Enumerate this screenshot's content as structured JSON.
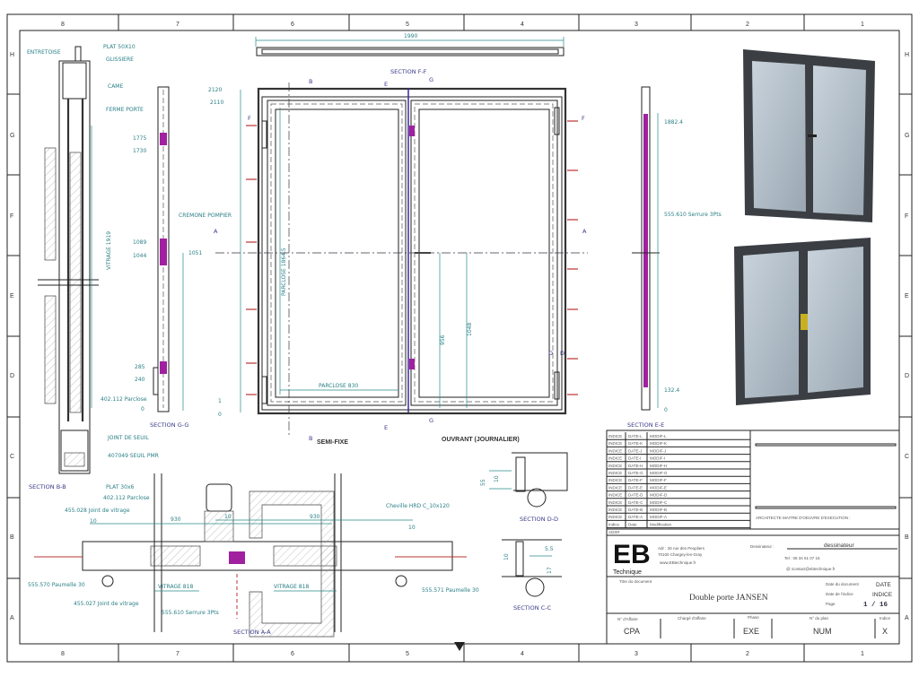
{
  "grid": {
    "columns": [
      "8",
      "7",
      "6",
      "5",
      "4",
      "3",
      "2",
      "1"
    ],
    "rows": [
      "H",
      "G",
      "F",
      "E",
      "D",
      "C",
      "B",
      "A"
    ]
  },
  "section_bb": {
    "title": "SECTION B-B",
    "labels": [
      "ENTRETOISE",
      "PLAT 50X10",
      "GLISSIERE",
      "CAME",
      "FERME PORTE",
      "JOINT DE SEUIL",
      "407049 SEUIL PMR",
      "PLAT 30x6"
    ],
    "vitrage": "VITRAGE 1919",
    "parclose": "402.112 Parclose"
  },
  "section_gg": {
    "title": "SECTION G-G",
    "dims": [
      "1775",
      "1730",
      "1089",
      "1044",
      "285",
      "240",
      "0"
    ],
    "cremone": "CREMONE POMPIER",
    "dim_1051": "1051"
  },
  "elevation": {
    "top_width": "1990",
    "section_ff": "SECTION F-F",
    "dims_left": [
      "2120",
      "2110",
      "1",
      "0"
    ],
    "parclose_v": "PARCLOSE 1864.5",
    "parclose_h": "PARCLOSE 830",
    "dim_956": "956",
    "dim_1048": "1048",
    "markers": [
      "A",
      "B",
      "E",
      "F",
      "G",
      "D"
    ],
    "semi_fixe": "SEMI-FIXE",
    "ouvrant": "OUVRANT (JOURNALIER)"
  },
  "section_ee": {
    "title": "SECTION E-E",
    "dims": [
      "1882.4",
      "132.4",
      "0"
    ],
    "serrure": "555.610 Serrure 3Pts"
  },
  "section_aa": {
    "title": "SECTION A-A",
    "labels": {
      "parclose": "402.112 Parclose",
      "joint1": "455.028 Joint de vitrage",
      "joint2": "455.027 Joint de vitrage",
      "paumelle1": "555.570 Paumelle 30",
      "paumelle2": "555.571 Paumelle 30",
      "serrure": "555.610 Serrure 3Pts",
      "cheville": "Cheville HRD C_10x120"
    },
    "dims": {
      "d10a": "10",
      "d930a": "930",
      "d10b": "10",
      "d930b": "930",
      "d10c": "10",
      "vitrage1": "VITRAGE 818",
      "vitrage2": "VITRAGE 818"
    }
  },
  "section_dd": {
    "title": "SECTION D-D",
    "dims": [
      "55",
      "10"
    ]
  },
  "section_cc": {
    "title": "SECTION C-C",
    "dims": [
      "10",
      "5.5",
      "17"
    ]
  },
  "title_block": {
    "revisions": [
      [
        "INDICE",
        "DATE-L",
        "MODIF-L"
      ],
      [
        "INDICE",
        "DATE-K",
        "MODIF-K"
      ],
      [
        "INDICE",
        "DATE-J",
        "MODIF-J"
      ],
      [
        "INDICE",
        "DATE-I",
        "MODIF-I"
      ],
      [
        "INDICE",
        "DATE-H",
        "MODIF-H"
      ],
      [
        "INDICE",
        "DATE-G",
        "MODIF-G"
      ],
      [
        "INDICE",
        "DATE-F",
        "MODIF-F"
      ],
      [
        "INDICE",
        "DATE-E",
        "MODIF-E"
      ],
      [
        "INDICE",
        "DATE-D",
        "MODIF-D"
      ],
      [
        "INDICE",
        "DATE-C",
        "MODIF-C"
      ],
      [
        "INDICE",
        "DATE-B",
        "MODIF-B"
      ],
      [
        "INDICE",
        "DATE-A",
        "MODIF-A"
      ],
      [
        "Indice",
        "Date",
        "Modification"
      ]
    ],
    "architect": "ARCHITECTE MAITRE D'OEUVRE D'EXECUTION :",
    "client_label": "ADSR",
    "logo_text": "EB",
    "logo_sub": "Technique",
    "address1": "Adr : 26 rue des Peupliers",
    "address2": "70100 Chargey-les-Gray",
    "website": "www.EBtechnique.fr",
    "dessinateur_label": "Dessinateur :",
    "dessinateur": "dessinateur",
    "tel": "Tel : 06 34 61 07 15",
    "email": "@ icontact@ebtechnique.fr",
    "doc_title_label": "Titre du document",
    "doc_title": "Double porte JANSEN",
    "date_doc_label": "Date du document",
    "date_doc": "DATE",
    "date_indice_label": "Date de l'indice",
    "indice": "INDICE",
    "page_label": "Page",
    "page": "1 / 16",
    "affaire_label": "N° d'Affaire",
    "affaire": "CPA",
    "charge_label": "Chargé d'affaire",
    "phase_label": "Phase",
    "phase": "EXE",
    "plan_label": "N° du plan",
    "plan": "NUM",
    "indice_label": "Indice",
    "indice_val": "X"
  }
}
